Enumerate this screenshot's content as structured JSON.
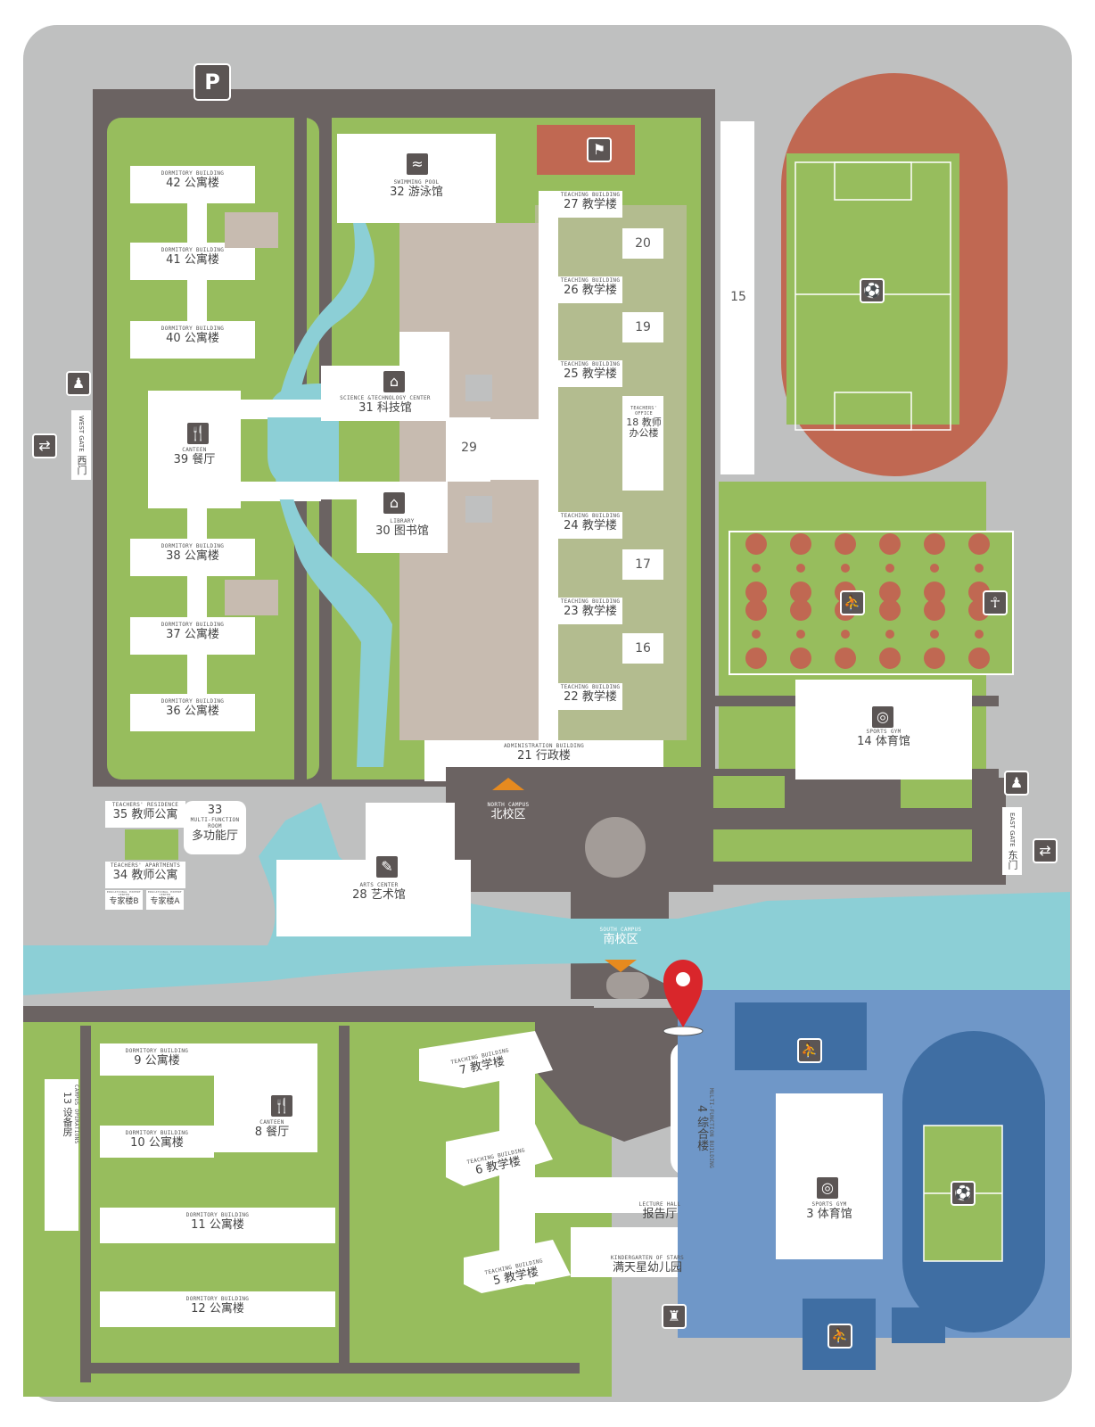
{
  "colors": {
    "background": "#bfc0c0",
    "road": "#6b6362",
    "grass": "#97bd5d",
    "water": "#8ccfd6",
    "building": "#ffffff",
    "plaza": "#c7bbb0",
    "track_red": "#c06852",
    "track_blue": "#3f6ea3",
    "south_sports_area": "#6f97c8",
    "marker": "#d9262b",
    "campus_arrow": "#e68a1f",
    "icon": "#5b5554"
  },
  "parking": {
    "label": "P"
  },
  "gates": {
    "west": {
      "en": "WEST GATE",
      "cn": "西门",
      "guard_icon": "guard-icon",
      "exit_icon": "exit-icon"
    },
    "east": {
      "en": "EAST GATE",
      "cn": "东门",
      "guard_icon": "guard-icon",
      "exit_icon": "exit-icon"
    }
  },
  "campus_labels": {
    "north": {
      "en": "NORTH CAMPUS",
      "cn": "北校区"
    },
    "south": {
      "en": "SOUTH CAMPUS",
      "cn": "南校区"
    }
  },
  "buildings": {
    "b42": {
      "en": "DORMITORY BUILDING",
      "cn": "42 公寓楼"
    },
    "b41": {
      "en": "DORMITORY BUILDING",
      "cn": "41 公寓楼"
    },
    "b40": {
      "en": "DORMITORY BUILDING",
      "cn": "40 公寓楼"
    },
    "b39": {
      "en": "CANTEEN",
      "cn": "39 餐厅"
    },
    "b38": {
      "en": "DORMITORY BUILDING",
      "cn": "38 公寓楼"
    },
    "b37": {
      "en": "DORMITORY BUILDING",
      "cn": "37 公寓楼"
    },
    "b36": {
      "en": "DORMITORY BUILDING",
      "cn": "36 公寓楼"
    },
    "b32": {
      "en": "SWIMMING POOL",
      "cn": "32 游泳馆"
    },
    "b31": {
      "en": "SCIENCE &TECHNOLOGY CENTER",
      "cn": "31 科技馆"
    },
    "b30": {
      "en": "LIBRARY",
      "cn": "30 图书馆"
    },
    "b29": {
      "cn": "29"
    },
    "b27": {
      "en": "TEACHING BUILDING",
      "cn": "27 教学楼"
    },
    "b26": {
      "en": "TEACHING BUILDING",
      "cn": "26 教学楼"
    },
    "b25": {
      "en": "TEACHING BUILDING",
      "cn": "25 教学楼"
    },
    "b24": {
      "en": "TEACHING BUILDING",
      "cn": "24 教学楼"
    },
    "b23": {
      "en": "TEACHING BUILDING",
      "cn": "23 教学楼"
    },
    "b22": {
      "en": "TEACHING BUILDING",
      "cn": "22 教学楼"
    },
    "b21": {
      "en": "ADMINISTRATION BUILDING",
      "cn": "21 行政楼"
    },
    "b20": {
      "cn": "20"
    },
    "b19": {
      "cn": "19"
    },
    "b18": {
      "en": "TEACHERS' OFFICE",
      "cn": "18 教师办公楼"
    },
    "b17": {
      "cn": "17"
    },
    "b16": {
      "cn": "16"
    },
    "b15": {
      "cn": "15"
    },
    "b14": {
      "en": "SPORTS GYM",
      "cn": "14 体育馆"
    },
    "b35": {
      "en": "TEACHERS' RESIDENCE",
      "cn": "35 教师公寓"
    },
    "b34": {
      "en": "TEACHERS' APARTMENTS",
      "cn": "34 教师公寓"
    },
    "b33": {
      "num": "33",
      "en": "MULTI-FUNCTION ROOM",
      "cn": "多功能厅"
    },
    "expertB": {
      "en": "EDUCATIONAL EXPERT CENTER",
      "cn": "专家楼B"
    },
    "expertA": {
      "en": "EDUCATIONAL EXPERT CENTER",
      "cn": "专家楼A"
    },
    "b28": {
      "en": "ARTS CENTER",
      "cn": "28 艺术馆"
    },
    "b9": {
      "en": "DORMITORY BUILDING",
      "cn": "9 公寓楼"
    },
    "b10": {
      "en": "DORMITORY BUILDING",
      "cn": "10 公寓楼"
    },
    "b11": {
      "en": "DORMITORY BUILDING",
      "cn": "11 公寓楼"
    },
    "b12": {
      "en": "DORMITORY BUILDING",
      "cn": "12 公寓楼"
    },
    "b8": {
      "en": "CANTEEN",
      "cn": "8 餐厅"
    },
    "b13": {
      "en": "CAMPUS OPERATIONS",
      "cn": "13 设备房"
    },
    "b7": {
      "en": "TEACHING BUILDING",
      "cn": "7 教学楼"
    },
    "b6": {
      "en": "TEACHING BUILDING",
      "cn": "6 教学楼"
    },
    "b5": {
      "en": "TEACHING BUILDING",
      "cn": "5 教学楼"
    },
    "b4": {
      "en": "MULTI-FUNCTION BUILDING",
      "cn": "4 综合楼"
    },
    "lecture": {
      "en": "LECTURE HALL",
      "cn": "报告厅"
    },
    "kinder": {
      "en": "KINDERGARTEN OF STARS",
      "cn": "满天星幼儿园"
    },
    "b3": {
      "en": "SPORTS GYM",
      "cn": "3 体育馆"
    }
  },
  "icons": [
    "parking-icon",
    "swimming-icon",
    "table-tennis-icon",
    "soccer-icon",
    "science-icon",
    "canteen-icon",
    "library-icon",
    "basketball-icon",
    "fitness-icon",
    "gym-icon",
    "arts-icon",
    "location-pin-icon",
    "playground-icon"
  ]
}
